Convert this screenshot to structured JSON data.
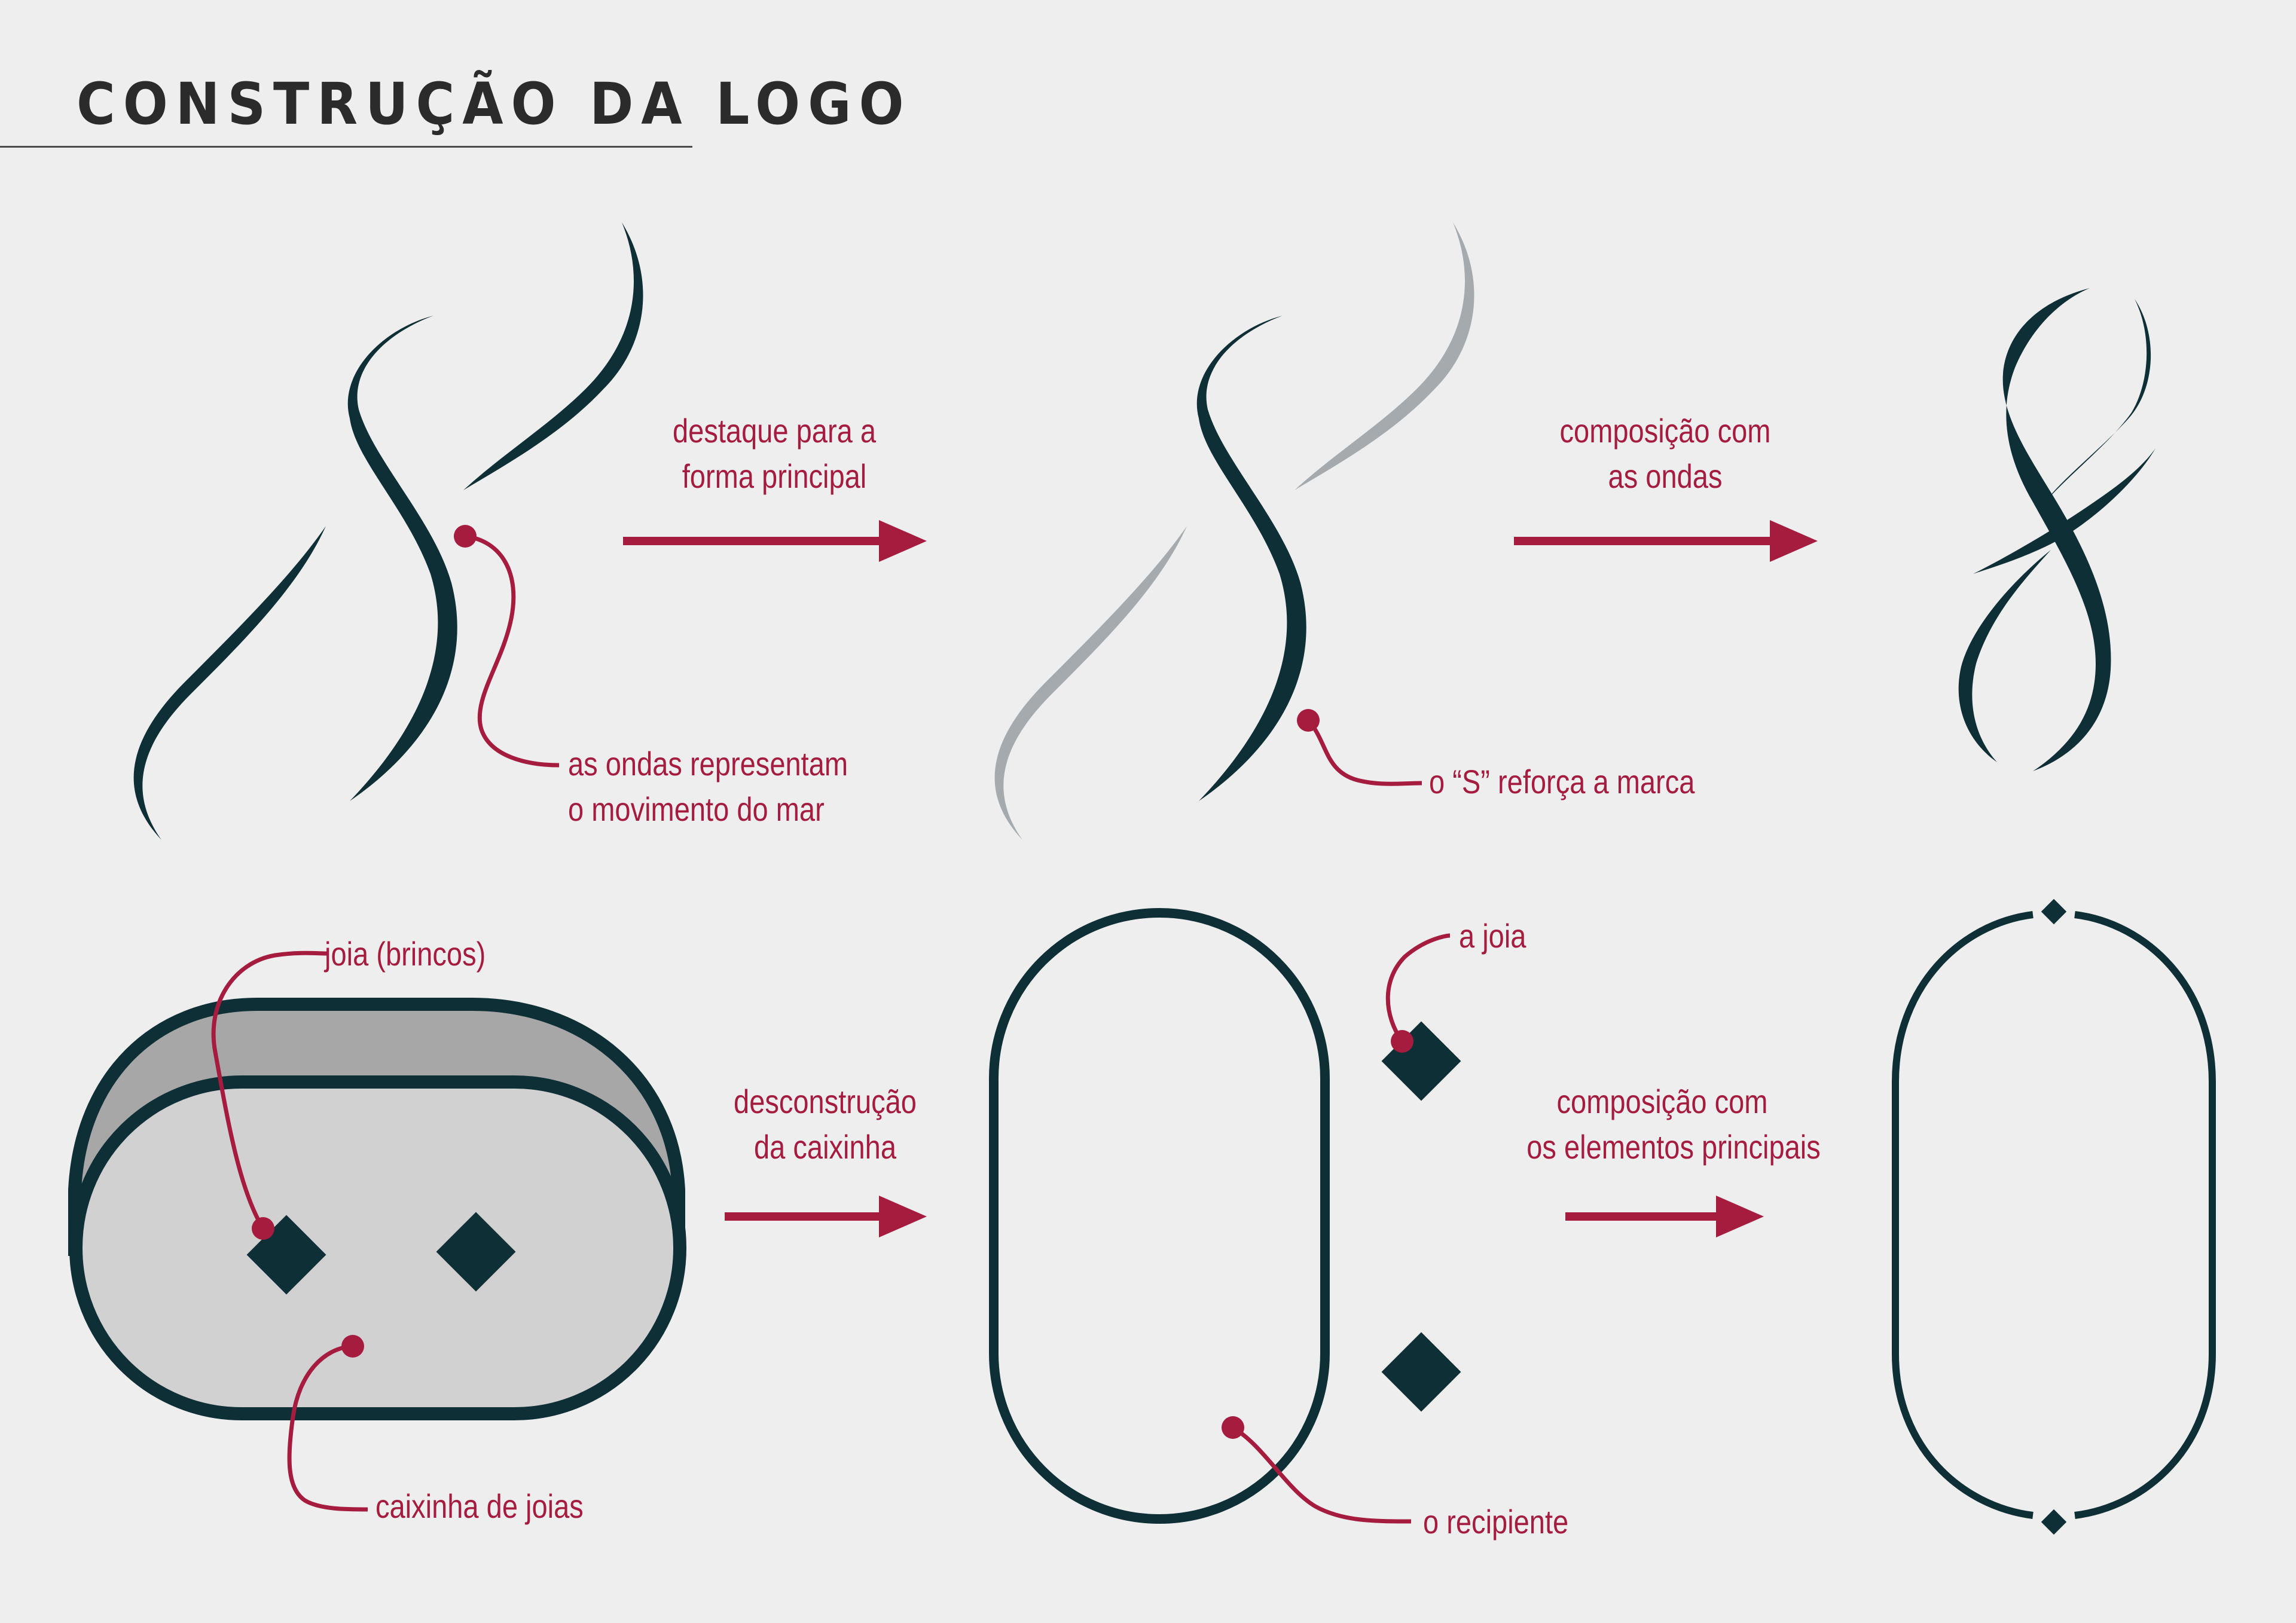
{
  "title": "CONSTRUÇÃO DA LOGO",
  "colors": {
    "background": "#efeeee",
    "primary": "#0f2f36",
    "accent": "#a51c3f",
    "muted": "#a4aaae",
    "box_fill": "#d1d1d1",
    "box_lid_fill": "#a7a7a7",
    "text": "#2b2b2b"
  },
  "row1": {
    "annotation_waves": [
      "as ondas representam",
      "o movimento do mar"
    ],
    "step1": [
      "destaque para a",
      "forma principal"
    ],
    "annotation_s": "o “S” reforça a marca",
    "step2": [
      "composição com",
      "as ondas"
    ]
  },
  "row2": {
    "annotation_jewel_earrings": "joia (brincos)",
    "annotation_jewelry_box": "caixinha de joias",
    "step1": [
      "desconstrução",
      "da caixinha"
    ],
    "annotation_jewel": "a joia",
    "annotation_container": "o recipiente",
    "step2": [
      "composição com",
      "os elementos principais"
    ]
  }
}
